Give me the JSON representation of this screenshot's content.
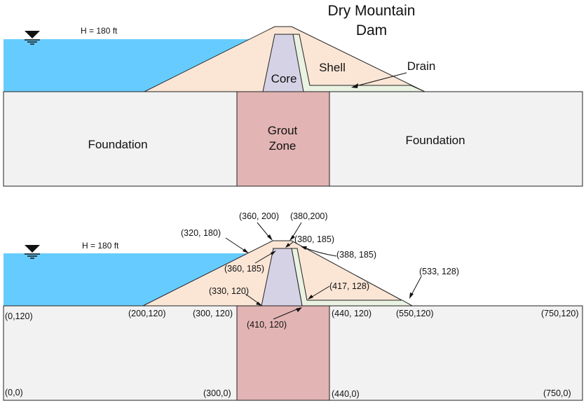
{
  "title": {
    "line1": "Dry Mountain",
    "line2": "Dam"
  },
  "water_level": "H = 180 ft",
  "regions": {
    "core": "Core",
    "shell": "Shell",
    "drain": "Drain",
    "grout_line1": "Grout",
    "grout_line2": "Zone",
    "foundation": "Foundation"
  },
  "colors": {
    "water": "#66ccff",
    "shell": "#fbe6d6",
    "core": "#d6d2e6",
    "drain": "#eaf2e2",
    "grout": "#e3b4b4",
    "foundation": "#f2f2f2",
    "outline": "#222222"
  },
  "coordinates": [
    {
      "id": "c-360-200",
      "text": "(360, 200)"
    },
    {
      "id": "c-380-200",
      "text": "(380,200)"
    },
    {
      "id": "c-320-180",
      "text": "(320, 180)"
    },
    {
      "id": "c-380-185",
      "text": "(380, 185)"
    },
    {
      "id": "c-388-185",
      "text": "(388, 185)"
    },
    {
      "id": "c-360-185",
      "text": "(360, 185)"
    },
    {
      "id": "c-533-128",
      "text": "(533, 128)"
    },
    {
      "id": "c-330-120",
      "text": "(330, 120)"
    },
    {
      "id": "c-417-128",
      "text": "(417, 128)"
    },
    {
      "id": "c-200-120",
      "text": "(200,120)"
    },
    {
      "id": "c-300-120",
      "text": "(300, 120)"
    },
    {
      "id": "c-440-120",
      "text": "(440, 120)"
    },
    {
      "id": "c-550-120",
      "text": "(550,120)"
    },
    {
      "id": "c-750-120",
      "text": "(750,120)"
    },
    {
      "id": "c-0-120",
      "text": "(0,120)"
    },
    {
      "id": "c-410-120",
      "text": "(410, 120)"
    },
    {
      "id": "c-0-0",
      "text": "(0,0)"
    },
    {
      "id": "c-300-0",
      "text": "(300,0)"
    },
    {
      "id": "c-440-0",
      "text": "(440,0)"
    },
    {
      "id": "c-750-0",
      "text": "(750,0)"
    }
  ]
}
